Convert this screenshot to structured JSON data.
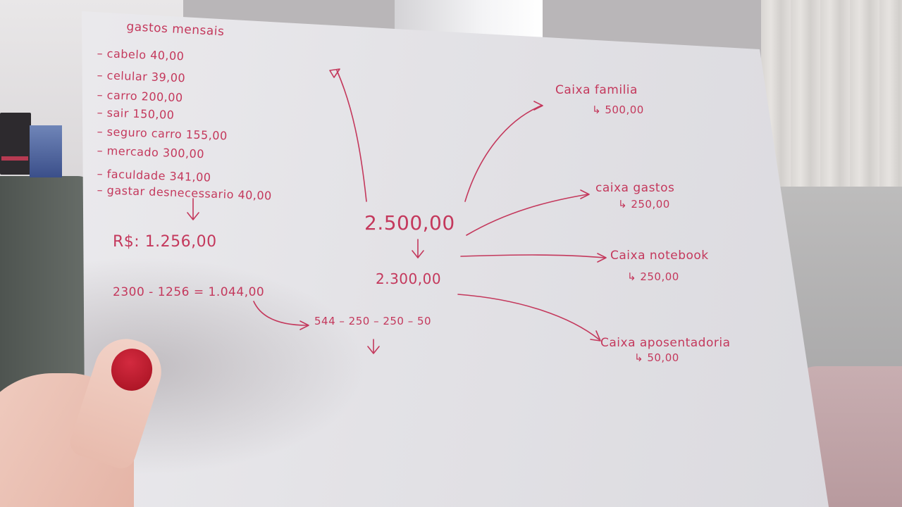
{
  "note": {
    "title": "gastos mensais",
    "expenses": [
      "– cabelo 40,00",
      "– celular 39,00",
      "– carro 200,00",
      "– sair 150,00",
      "– seguro carro 155,00",
      "– mercado 300,00",
      "– faculdade 341,00",
      "– gastar desnecessario 40,00"
    ],
    "total": "R$: 1.256,00",
    "calculation": "2300 - 1256 = 1.044,00",
    "split": "544 – 250 – 250 – 50",
    "income": "2.500,00",
    "net": "2.300,00",
    "boxes": [
      {
        "name": "Caixa familia",
        "value": "↳ 500,00"
      },
      {
        "name": "caixa gastos",
        "value": "↳ 250,00"
      },
      {
        "name": "Caixa notebook",
        "value": "↳ 250,00"
      },
      {
        "name": "Caixa aposentadoria",
        "value": "↳ 50,00"
      }
    ]
  },
  "colors": {
    "ink": "#c4385c",
    "paper": "#e6e5e9",
    "nail": "#b8162a"
  }
}
